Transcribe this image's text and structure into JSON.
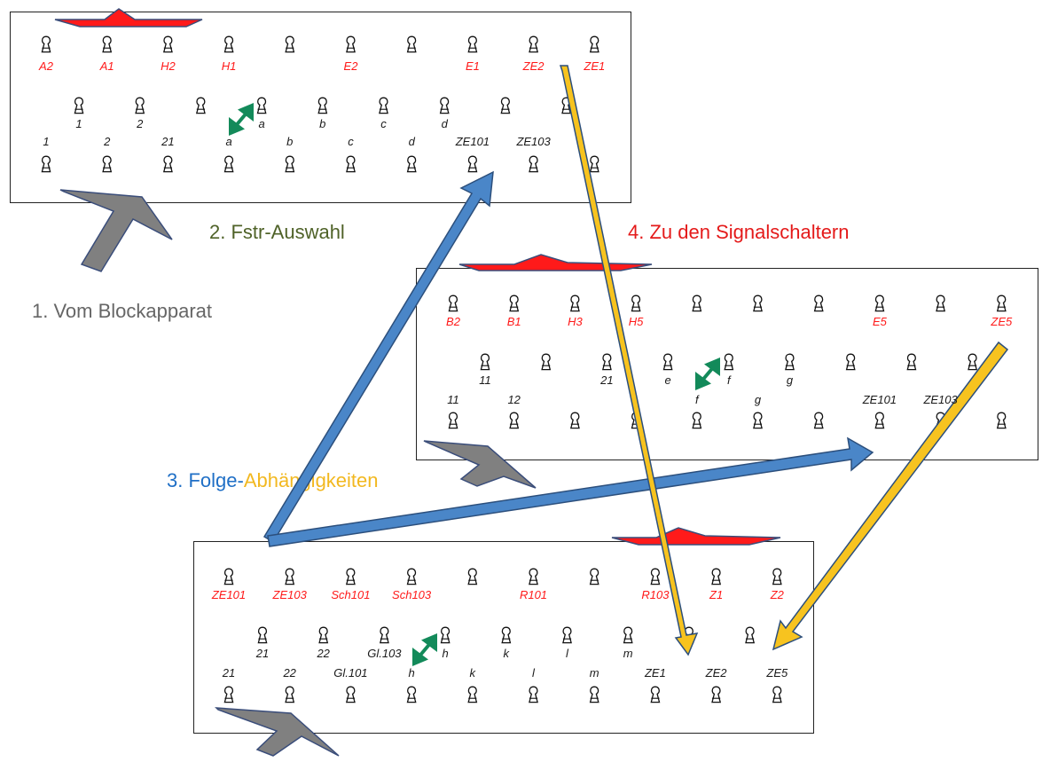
{
  "colors": {
    "step1": "#666666",
    "step2": "#4f6228",
    "step3_blue": "#1f6fc6",
    "step3_yellow": "#f2b820",
    "step4": "#e41a1a",
    "label_red": "#ff1a1a",
    "arrow_blue_fill": "#4a86c8",
    "arrow_yellow_fill": "#f7c31f",
    "arrow_grey_fill": "#808080",
    "arrow_red_fill": "#ff1a1a",
    "arrow_green": "#138a5a"
  },
  "legend": {
    "step1": "1. Vom Blockapparat",
    "step2": "2. Fstr-Auswahl",
    "step3_part1": "3. Folge-",
    "step3_part2": "Abhängigkeiten",
    "step4": "4. Zu den Signalschaltern"
  },
  "panels": [
    {
      "id": "panel-1",
      "top_labels": [
        "A2",
        "A1",
        "H2",
        "H1",
        "",
        "E2",
        "",
        "E1",
        "ZE2",
        "ZE1"
      ],
      "mid_labels": [
        "1",
        "2",
        "",
        "a",
        "b",
        "c",
        "d",
        "",
        ""
      ],
      "bottom_labels": [
        "1",
        "2",
        "21",
        "a",
        "b",
        "c",
        "d",
        "ZE101",
        "ZE103",
        ""
      ]
    },
    {
      "id": "panel-2",
      "top_labels": [
        "B2",
        "B1",
        "H3",
        "H5",
        "",
        "",
        "",
        "E5",
        "",
        "ZE5"
      ],
      "mid_labels": [
        "11",
        "",
        "21",
        "e",
        "f",
        "g",
        "",
        "",
        ""
      ],
      "bottom_labels": [
        "11",
        "12",
        "",
        "",
        "f",
        "g",
        "",
        "ZE101",
        "ZE103",
        ""
      ]
    },
    {
      "id": "panel-3",
      "top_labels": [
        "ZE101",
        "ZE103",
        "Sch101",
        "Sch103",
        "",
        "R101",
        "",
        "R103",
        "Z1",
        "Z2"
      ],
      "mid_labels": [
        "21",
        "22",
        "Gl.103",
        "h",
        "k",
        "l",
        "m",
        "",
        ""
      ],
      "bottom_labels": [
        "21",
        "22",
        "Gl.101",
        "h",
        "k",
        "l",
        "m",
        "ZE1",
        "ZE2",
        "ZE5"
      ]
    }
  ]
}
